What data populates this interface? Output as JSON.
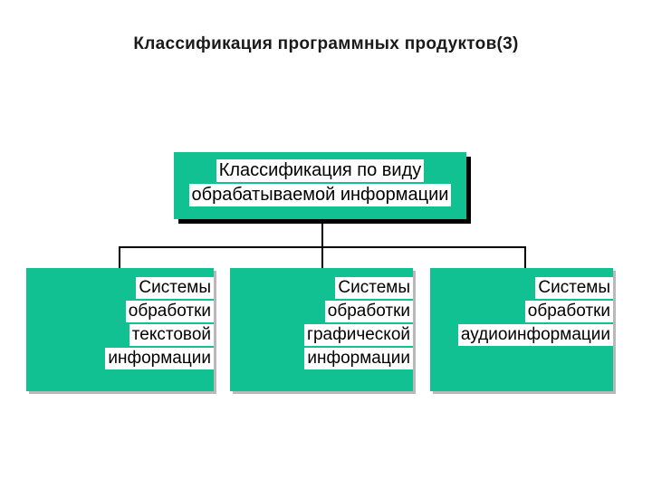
{
  "slide": {
    "title": "Классификация программных продуктов(3)",
    "background_color": "#ffffff",
    "node_color": "#12c191",
    "text_highlight_color": "#ffffff",
    "text_color": "#000000",
    "connector_color": "#000000"
  },
  "diagram": {
    "type": "hierarchy",
    "root": {
      "name": "classification-by-information-type",
      "lines": [
        "Классификация по виду",
        "обрабатываемой информации"
      ]
    },
    "children": [
      {
        "name": "text-processing-systems",
        "lines": [
          "Системы",
          "обработки",
          "текстовой",
          "информации"
        ]
      },
      {
        "name": "graphic-processing-systems",
        "lines": [
          "Системы",
          "обработки",
          "графической",
          "информации"
        ]
      },
      {
        "name": "audio-processing-systems",
        "lines": [
          "Системы",
          "обработки",
          "аудиоинформации"
        ]
      }
    ]
  }
}
